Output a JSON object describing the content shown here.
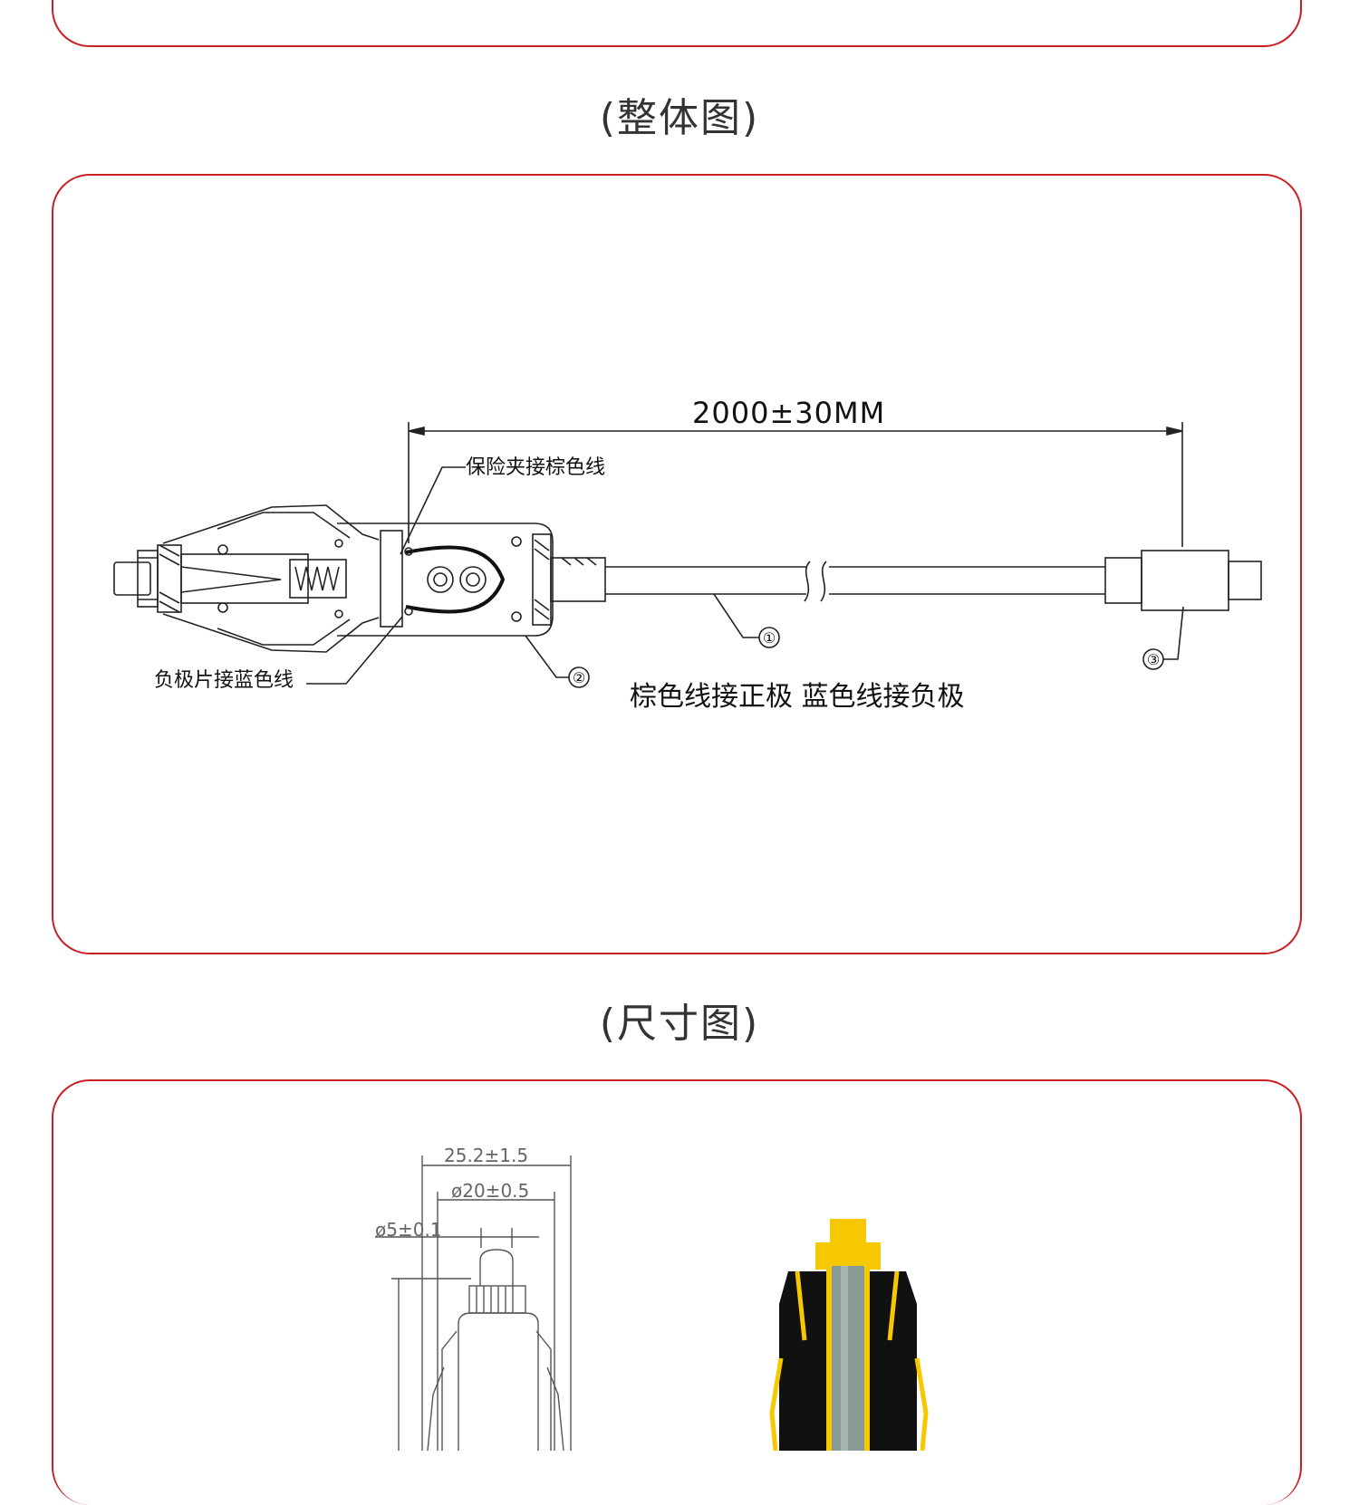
{
  "sections": {
    "overview_title": "(整体图)",
    "dimension_title": "(尺寸图)"
  },
  "overview": {
    "length_label": "2000±30MM",
    "fuse_label": "保险夹接棕色线",
    "negative_label": "负极片接蓝色线",
    "polarity_note": "棕色线接正极  蓝色线接负极",
    "callouts": [
      "①",
      "②",
      "③"
    ]
  },
  "dimension": {
    "width_label": "25.2±1.5",
    "diameter_body_label": "ø20±0.5",
    "diameter_tip_label": "ø5±0.1"
  },
  "colors": {
    "panel_border": "#c91f24",
    "cutaway_yellow": "#f5c800",
    "cutaway_black": "#111111",
    "cutaway_gray": "#8a9a95"
  }
}
